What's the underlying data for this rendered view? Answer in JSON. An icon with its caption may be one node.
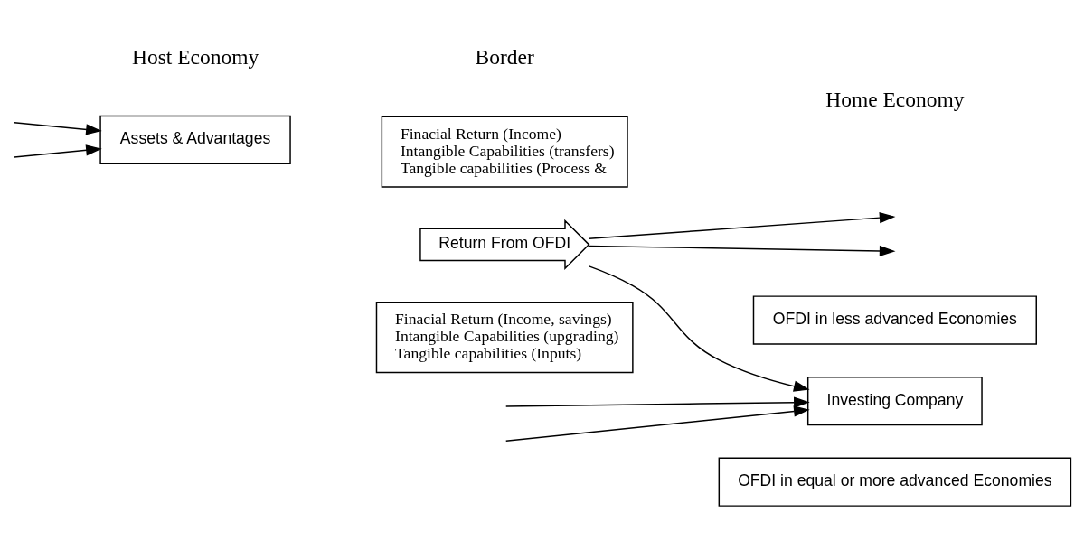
{
  "diagram": {
    "nodes": [
      {
        "text": [
          "Assets & Advantages"
        ]
      },
      {
        "text": [
          "Finacial Return (Income)",
          "Intangible Capabilities (transfers)",
          "Tangible capabilities (Process &"
        ]
      },
      {
        "text": [
          "Return From OFDI"
        ]
      },
      {
        "text": [
          "Finacial Return (Income, savings)",
          "Intangible Capabilities (upgrading)",
          "Tangible capabilities (Inputs)"
        ]
      },
      {
        "text": [
          "Investing Company"
        ]
      },
      {
        "text": [
          "OFDI in equal or more advanced Economies"
        ]
      },
      {
        "text": [
          "OFDI in less advanced Economies"
        ]
      }
    ],
    "edges": [
      {
        "from": null,
        "to": 0,
        "arrow": "to"
      },
      {
        "from": null,
        "to": 0,
        "arrow": "to"
      },
      {
        "from": 2,
        "to": 4,
        "arrow": "to"
      },
      {
        "from": 2,
        "to": null,
        "arrow": "to"
      },
      {
        "from": 2,
        "to": null,
        "arrow": "to"
      },
      {
        "from": null,
        "to": 4,
        "arrow": "to"
      },
      {
        "from": null,
        "to": 4,
        "arrow": "to"
      }
    ],
    "labels": [
      "Host Economy",
      "Border",
      "Home Economy"
    ]
  }
}
